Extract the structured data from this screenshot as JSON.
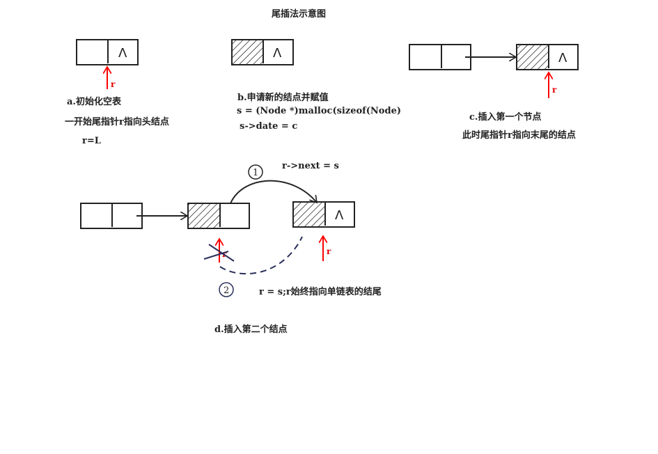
{
  "title": "尾插法示意图",
  "null_symbol": "Λ",
  "pointer_label": "r",
  "panel_a": {
    "caption": "a.初始化空表",
    "note": "一开始尾指针r指向头结点",
    "code": "r=L"
  },
  "panel_b": {
    "caption": "b.申请新的结点并赋值",
    "code1": "s = (Node *)malloc(sizeof(Node)",
    "code2": "s->date = c"
  },
  "panel_c": {
    "caption": "c.插入第一个节点",
    "note": "此时尾指针r指向末尾的结点"
  },
  "panel_d": {
    "step1_num": "1",
    "step1_code": "r->next = s",
    "step2_num": "2",
    "step2_code": "r = s;r始终指向单链表的结尾",
    "caption": "d.插入第二个结点"
  },
  "colors": {
    "pointer": "#ff0000",
    "dashed": "#2a2f5a"
  }
}
